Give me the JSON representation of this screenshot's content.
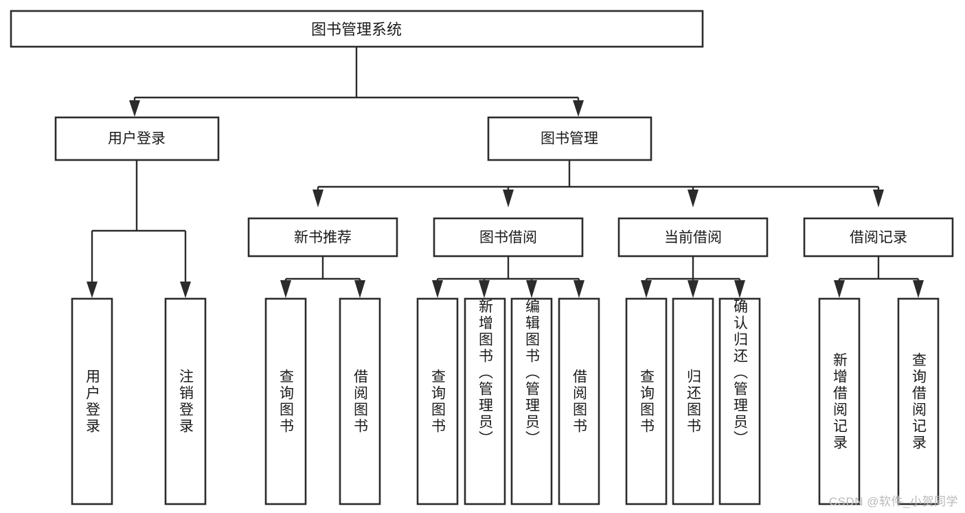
{
  "diagram": {
    "title": "图书管理系统",
    "type": "hierarchy-tree",
    "watermark": "CSDN @软件_小贺同学",
    "colors": {
      "stroke": "#2b2b2b",
      "box_fill": "#ffffff",
      "text": "#1a1a1a",
      "background": "#ffffff",
      "watermark": "#b9b9b9"
    },
    "levels": {
      "root": {
        "label": "图书管理系统"
      },
      "level2": [
        {
          "label": "用户登录"
        },
        {
          "label": "图书管理"
        }
      ],
      "level3": [
        {
          "label": "新书推荐"
        },
        {
          "label": "图书借阅"
        },
        {
          "label": "当前借阅"
        },
        {
          "label": "借阅记录"
        }
      ],
      "level4": [
        {
          "label": "用户登录",
          "parent": "用户登录"
        },
        {
          "label": "注销登录",
          "parent": "用户登录"
        },
        {
          "label": "查询图书",
          "parent": "新书推荐"
        },
        {
          "label": "借阅图书",
          "parent": "新书推荐"
        },
        {
          "label": "查询图书",
          "parent": "图书借阅"
        },
        {
          "label": "新增图书（管理员）",
          "parent": "图书借阅"
        },
        {
          "label": "编辑图书（管理员）",
          "parent": "图书借阅"
        },
        {
          "label": "借阅图书",
          "parent": "图书借阅"
        },
        {
          "label": "查询图书",
          "parent": "当前借阅"
        },
        {
          "label": "归还图书",
          "parent": "当前借阅"
        },
        {
          "label": "确认归还（管理员）",
          "parent": "当前借阅"
        },
        {
          "label": "新增借阅记录",
          "parent": "借阅记录"
        },
        {
          "label": "查询借阅记录",
          "parent": "借阅记录"
        }
      ]
    }
  }
}
